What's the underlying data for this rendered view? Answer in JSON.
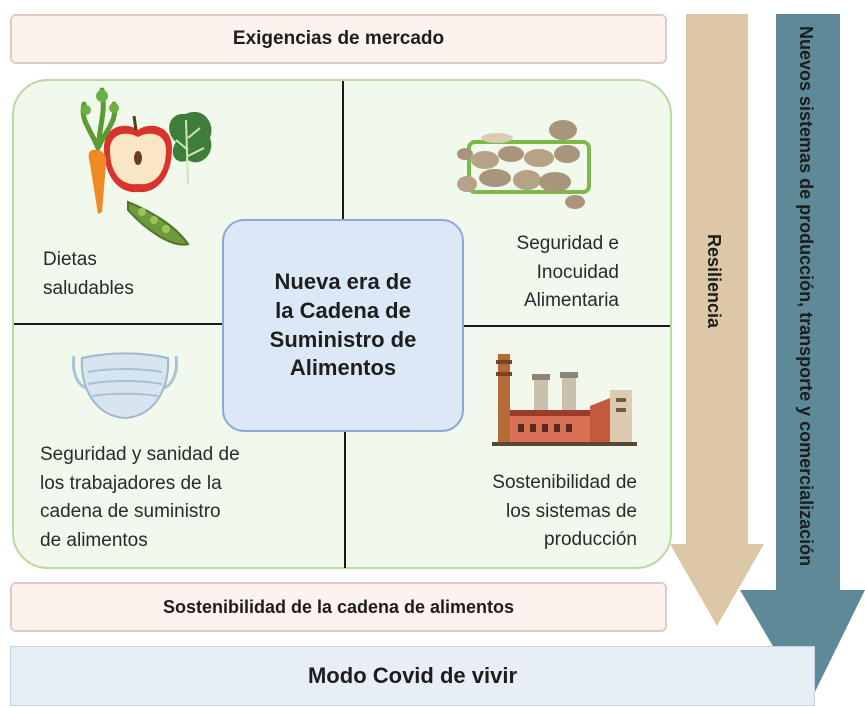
{
  "top_bar": {
    "label": "Exigencias de mercado"
  },
  "center": {
    "title": "Nueva era de\nla Cadena de\nSuministro de\nAlimentos"
  },
  "quadrants": {
    "top_left": {
      "label": "Dietas\nsaludables"
    },
    "top_right": {
      "label": "Seguridad e\nInocuidad\nAlimentaria"
    },
    "bottom_left": {
      "label": "Seguridad y sanidad de\nlos trabajadores de la\ncadena de suministro\nde alimentos"
    },
    "bottom_right": {
      "label": "Sostenibilidad de\nlos sistemas de\nproducción"
    }
  },
  "bottom_bar": {
    "label": "Sostenibilidad de la cadena de alimentos"
  },
  "covid_bar": {
    "label": "Modo Covid de vivir"
  },
  "arrows": {
    "resiliencia": {
      "label": "Resiliencia",
      "color": "#dcc7a6"
    },
    "nuevos": {
      "label": "Nuevos sistemas de producción, transporte y comercialización",
      "color": "#5d8a96"
    }
  },
  "icons": [
    "vegetables-icon",
    "potatoes-icon",
    "face-mask-icon",
    "factory-icon"
  ]
}
